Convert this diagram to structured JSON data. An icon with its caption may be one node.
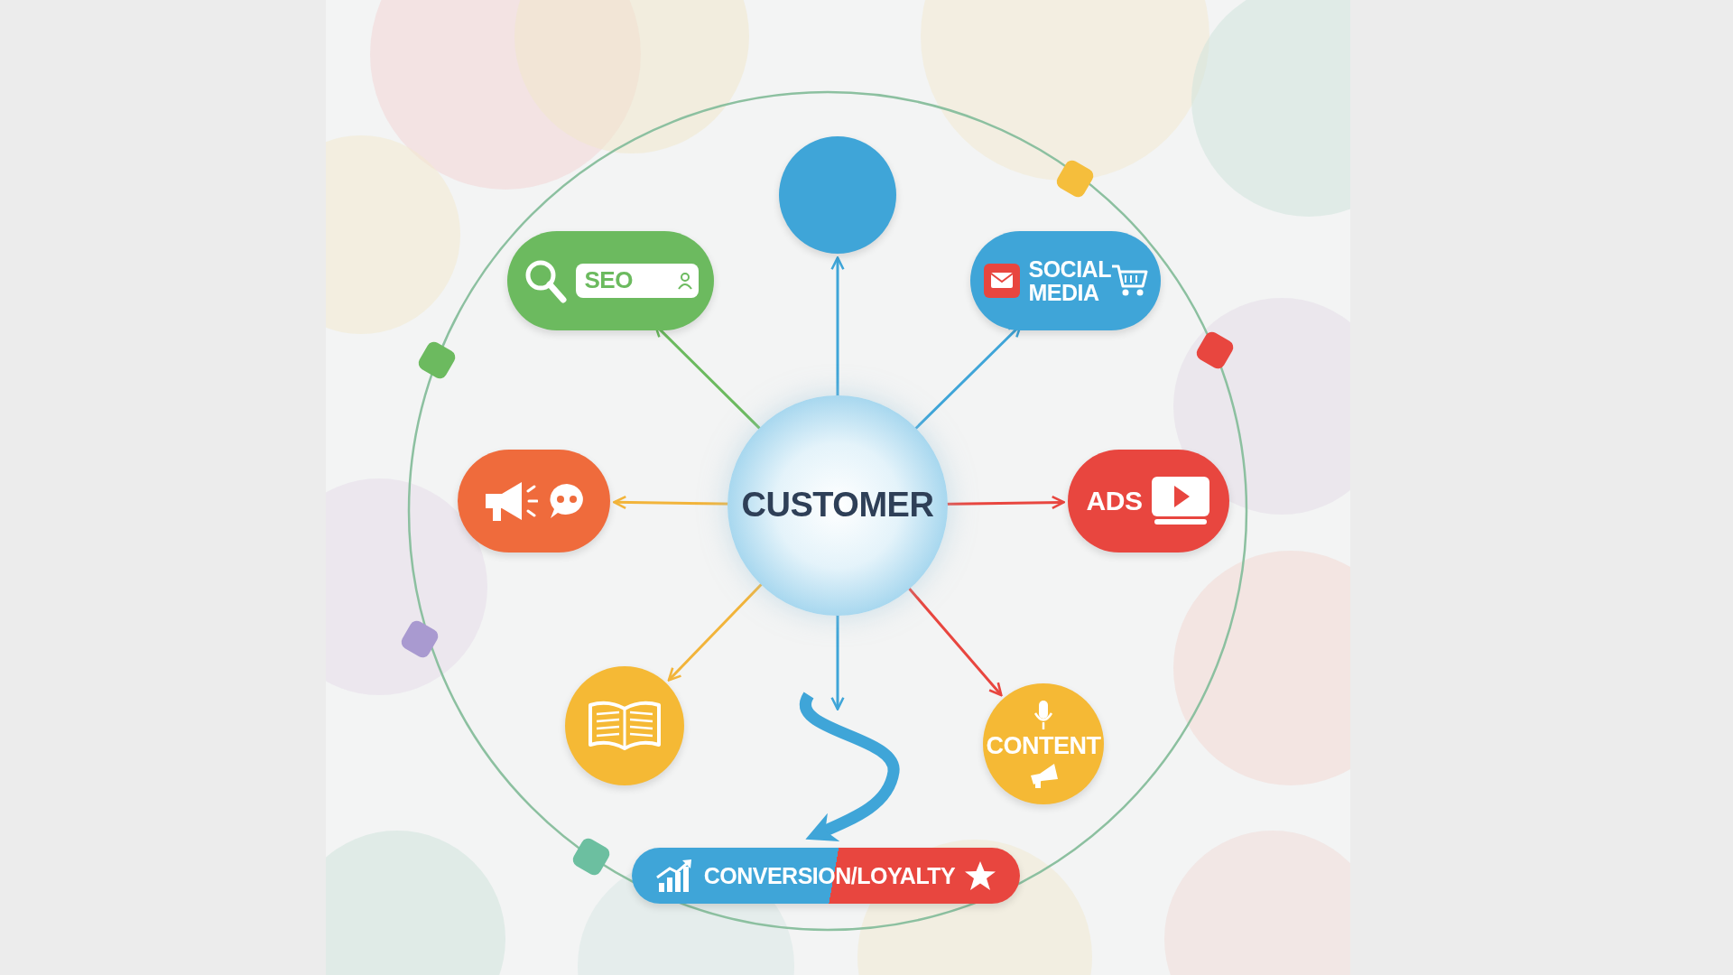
{
  "diagram": {
    "nodes": [
      {
        "text": [],
        "shape": "circle"
      },
      {
        "text": [
          "SEO"
        ]
      },
      {
        "text": [
          "SOCIAL MEDIA"
        ]
      },
      {
        "text": [],
        "shape": "box"
      },
      {
        "text": [
          "CUSTOMER"
        ]
      },
      {
        "text": [
          "ADS"
        ]
      },
      {
        "text": [],
        "shape": "circle"
      },
      {
        "text": [
          "CONTENT"
        ]
      },
      {
        "text": [
          "CONVERSION/LOYALTY"
        ]
      }
    ],
    "edges": [
      {
        "from": 4,
        "to": 0,
        "arrow": "to"
      },
      {
        "from": 4,
        "to": 1,
        "arrow": "to",
        "color": "#6cba5f"
      },
      {
        "from": 4,
        "to": 2,
        "arrow": "to"
      },
      {
        "from": 4,
        "to": 3,
        "arrow": "to",
        "color": "#f2b43a"
      },
      {
        "from": 4,
        "to": 5,
        "arrow": "to",
        "color": "#e8463f"
      },
      {
        "from": 4,
        "to": 6,
        "arrow": "to",
        "color": "#f2b43a"
      },
      {
        "from": 4,
        "to": null,
        "arrow": "to"
      },
      {
        "from": 4,
        "to": 7,
        "arrow": "to",
        "color": "#e8463f"
      },
      {
        "from": null,
        "to": 8,
        "arrow": "to",
        "style": "thick"
      }
    ]
  }
}
